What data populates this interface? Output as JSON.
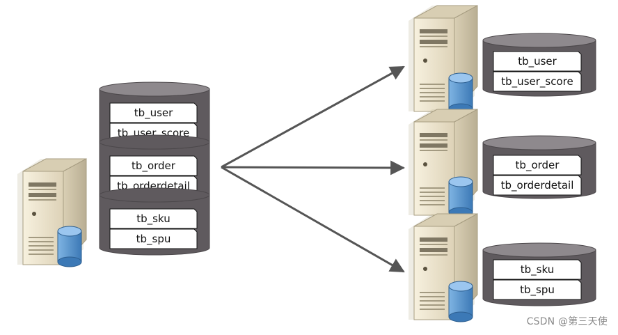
{
  "source_db": {
    "groups": [
      {
        "tables": [
          "tb_user",
          "tb_user_score"
        ]
      },
      {
        "tables": [
          "tb_order",
          "tb_orderdetail"
        ]
      },
      {
        "tables": [
          "tb_sku",
          "tb_spu"
        ]
      }
    ]
  },
  "targets": [
    {
      "tables": [
        "tb_user",
        "tb_user_score"
      ]
    },
    {
      "tables": [
        "tb_order",
        "tb_orderdetail"
      ]
    },
    {
      "tables": [
        "tb_sku",
        "tb_spu"
      ]
    }
  ],
  "watermark": "CSDN @第三天使",
  "colors": {
    "cylinder_body": "#5f5a5e",
    "cylinder_top": "#8e898d",
    "arrow": "#555555",
    "server_front": "#e9e1cb",
    "server_side": "#c8bea4",
    "db_icon": "#5c95cc"
  }
}
